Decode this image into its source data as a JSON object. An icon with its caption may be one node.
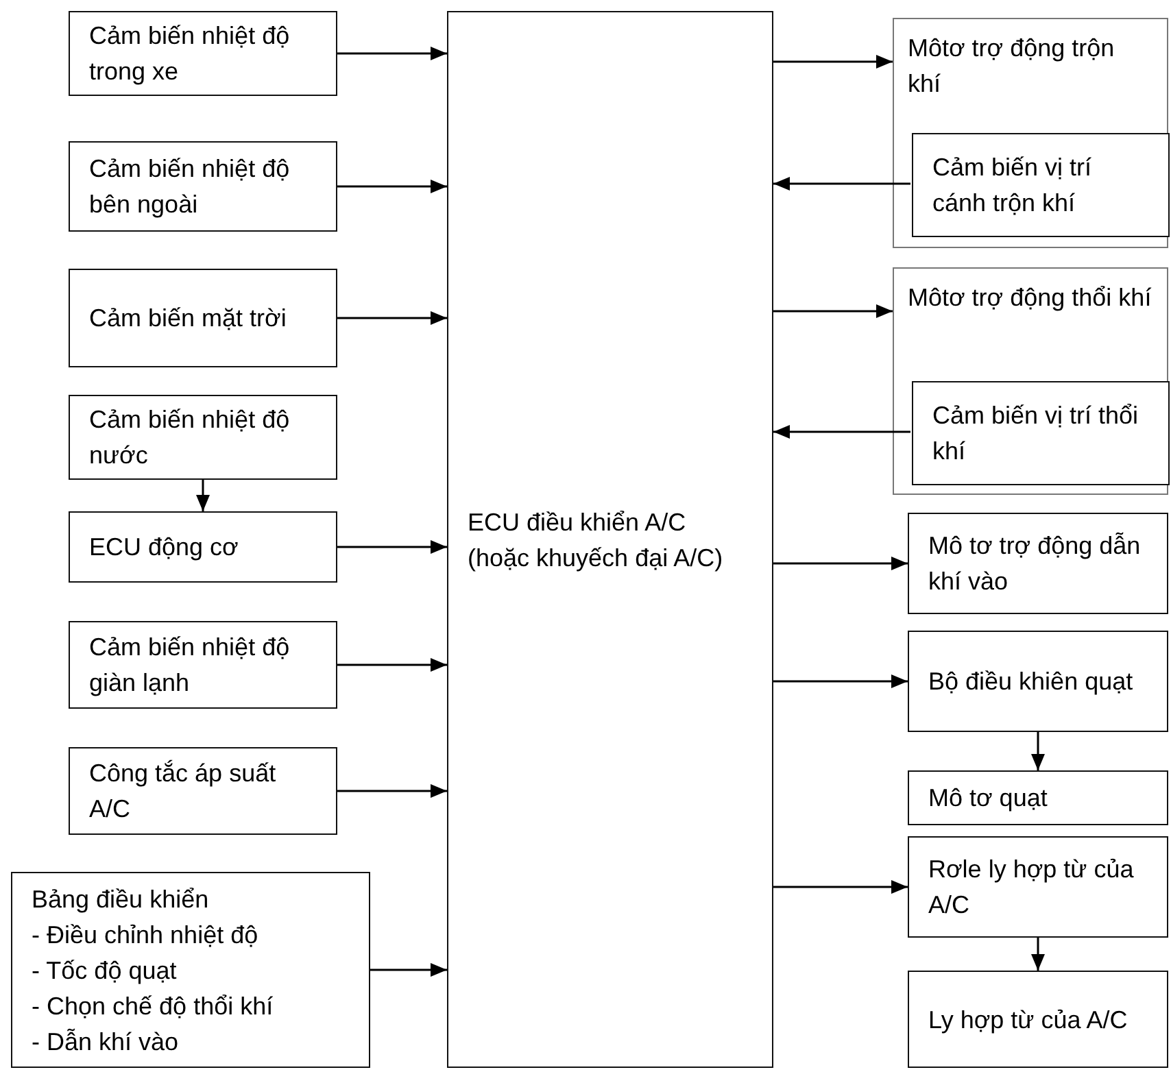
{
  "diagram": {
    "nodes": [
      {
        "text": [
          "Cảm biến nhiệt độ trong xe"
        ]
      },
      {
        "text": [
          "Cảm biến nhiệt độ bên ngoài"
        ]
      },
      {
        "text": [
          "Cảm biến mặt trời"
        ]
      },
      {
        "text": [
          "Cảm biến nhiệt độ nước"
        ]
      },
      {
        "text": [
          "ECU động cơ"
        ]
      },
      {
        "text": [
          "Cảm biến nhiệt độ giàn lạnh"
        ]
      },
      {
        "text": [
          "Công tắc áp suất A/C"
        ]
      },
      {
        "text": [
          "Bảng điều khiển",
          "- Điều chỉnh nhiệt độ",
          "- Tốc độ quạt",
          "- Chọn chế độ thổi khí",
          "- Dẫn khí vào"
        ]
      },
      {
        "text": [
          "ECU điều khiển A/C (hoặc khuyếch đại A/C)"
        ]
      },
      {
        "text": [
          "Môtơ trợ động trộn khí"
        ]
      },
      {
        "text": [
          "Cảm biến vị trí cánh trộn khí"
        ],
        "in": 9
      },
      {
        "text": [
          "Môtơ trợ động thổi khí"
        ]
      },
      {
        "text": [
          "Cảm biến vị trí thổi khí"
        ],
        "in": 11
      },
      {
        "text": [
          "Mô tơ trợ động dẫn khí vào"
        ]
      },
      {
        "text": [
          "Bộ điều khiên quạt"
        ]
      },
      {
        "text": [
          "Mô tơ quạt"
        ]
      },
      {
        "text": [
          "Rơle ly hợp từ của A/C"
        ]
      },
      {
        "text": [
          "Ly hợp từ của A/C"
        ]
      }
    ],
    "edges": [
      {
        "from": 0,
        "to": 8,
        "arrow": "to"
      },
      {
        "from": 1,
        "to": 8,
        "arrow": "to"
      },
      {
        "from": 2,
        "to": 8,
        "arrow": "to"
      },
      {
        "from": 3,
        "to": 4,
        "arrow": "to"
      },
      {
        "from": 4,
        "to": 8,
        "arrow": "to"
      },
      {
        "from": 5,
        "to": 8,
        "arrow": "to"
      },
      {
        "from": 6,
        "to": 8,
        "arrow": "to"
      },
      {
        "from": 7,
        "to": 8,
        "arrow": "to"
      },
      {
        "from": 8,
        "to": 9,
        "arrow": "to"
      },
      {
        "from": 10,
        "to": 8,
        "arrow": "to"
      },
      {
        "from": 8,
        "to": 11,
        "arrow": "to"
      },
      {
        "from": 12,
        "to": 8,
        "arrow": "to"
      },
      {
        "from": 8,
        "to": 13,
        "arrow": "to"
      },
      {
        "from": 8,
        "to": 14,
        "arrow": "to"
      },
      {
        "from": 14,
        "to": 15,
        "arrow": "to"
      },
      {
        "from": 8,
        "to": 16,
        "arrow": "to"
      },
      {
        "from": 16,
        "to": 17,
        "arrow": "to"
      }
    ]
  }
}
